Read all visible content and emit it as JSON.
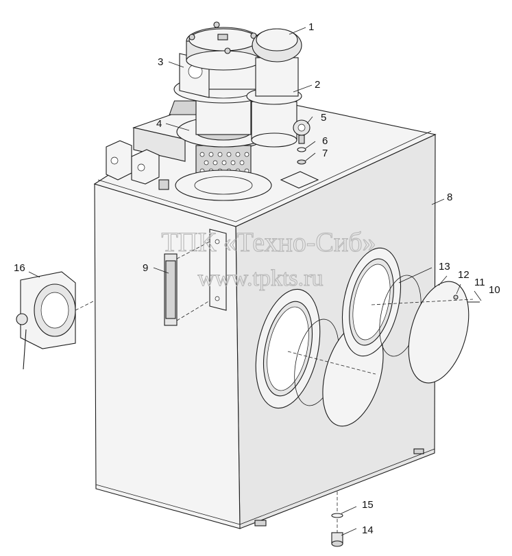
{
  "watermark": {
    "line1": "ТПК «Техно-Сиб»",
    "line2": "www.tpkts.ru"
  },
  "callouts": [
    "1",
    "2",
    "3",
    "4",
    "5",
    "6",
    "7",
    "8",
    "9",
    "10",
    "11",
    "12",
    "13",
    "14",
    "15",
    "16"
  ]
}
